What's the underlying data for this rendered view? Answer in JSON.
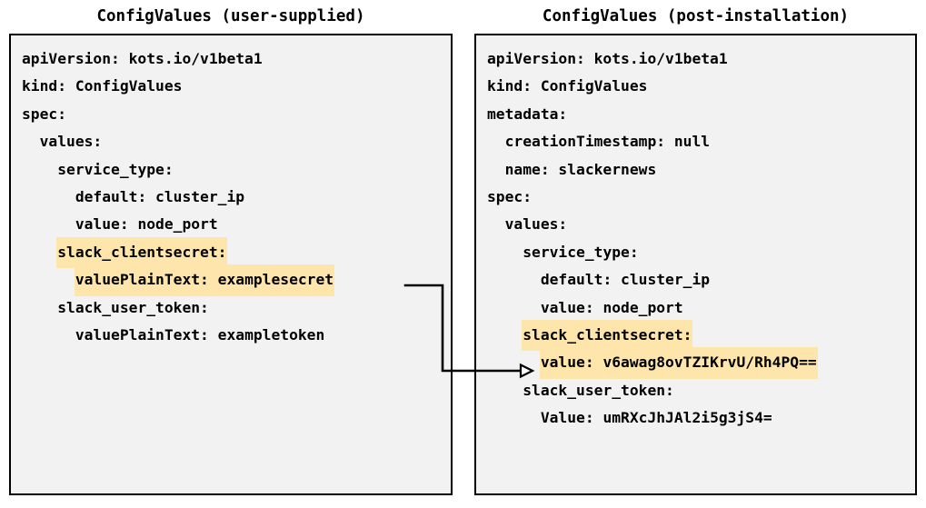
{
  "panels": {
    "left": {
      "title": "ConfigValues (user-supplied)",
      "lines": [
        {
          "text": "apiVersion: kots.io/v1beta1",
          "highlight": false
        },
        {
          "text": "kind: ConfigValues",
          "highlight": false
        },
        {
          "text": "spec:",
          "highlight": false
        },
        {
          "text": "  values:",
          "highlight": false
        },
        {
          "text": "    service_type:",
          "highlight": false
        },
        {
          "text": "      default: cluster_ip",
          "highlight": false
        },
        {
          "text": "      value: node_port",
          "highlight": false
        },
        {
          "text": "    slack_clientsecret:",
          "highlight": true
        },
        {
          "text": "      valuePlainText: examplesecret",
          "highlight": true
        },
        {
          "text": "    slack_user_token:",
          "highlight": false
        },
        {
          "text": "      valuePlainText: exampletoken",
          "highlight": false
        }
      ]
    },
    "right": {
      "title": "ConfigValues (post-installation)",
      "lines": [
        {
          "text": "apiVersion: kots.io/v1beta1",
          "highlight": false
        },
        {
          "text": "kind: ConfigValues",
          "highlight": false
        },
        {
          "text": "metadata:",
          "highlight": false
        },
        {
          "text": "  creationTimestamp: null",
          "highlight": false
        },
        {
          "text": "  name: slackernews",
          "highlight": false
        },
        {
          "text": "spec:",
          "highlight": false
        },
        {
          "text": "  values:",
          "highlight": false
        },
        {
          "text": "    service_type:",
          "highlight": false
        },
        {
          "text": "      default: cluster_ip",
          "highlight": false
        },
        {
          "text": "      value: node_port",
          "highlight": false
        },
        {
          "text": "    slack_clientsecret:",
          "highlight": true
        },
        {
          "text": "      value: v6awag8ovTZIKrvU/Rh4PQ==",
          "highlight": true
        },
        {
          "text": "    slack_user_token:",
          "highlight": false
        },
        {
          "text": "      Value: umRXcJhJAl2i5g3jS4=",
          "highlight": false
        }
      ]
    }
  },
  "connector": {
    "from_label": "examplesecret",
    "to_label": "value: v6awag8ovTZIKrvU/Rh4PQ==",
    "description": "encrypted-value-mapping-arrow"
  },
  "colors": {
    "highlight": "#fde5ab",
    "panel_background": "#f2f2f2",
    "panel_border": "#000000",
    "text": "#000000",
    "page_background": "#ffffff"
  }
}
